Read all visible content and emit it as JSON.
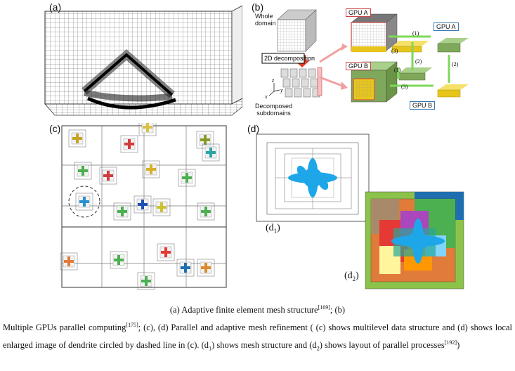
{
  "panels": {
    "a": {
      "label": "(a)"
    },
    "b": {
      "label": "(b)",
      "whole_domain": "Whole\ndomain",
      "decomposition": "2D decomposition",
      "decomposed": "Decomposed\nsubdomains",
      "gpu_a": "GPU A",
      "gpu_b": "GPU B",
      "arrows": [
        "(1)",
        "(2)",
        "(3)"
      ],
      "axes": [
        "x",
        "y",
        "z"
      ]
    },
    "c": {
      "label": "(c)"
    },
    "d": {
      "label": "(d)",
      "d1": "d",
      "d1_sub": "1",
      "d2": "d",
      "d2_sub": "2"
    }
  },
  "caption": {
    "line1": "(a) Adaptive finite element mesh structure",
    "ref1": "[169]",
    "line1_tail": "; (b)",
    "line2a": "Multiple GPUs parallel computing",
    "ref2": "[175]",
    "line2b": "; (c), (d) Parallel and adaptive mesh refinement ( (c) shows multilevel data structure and (d) shows local enlarged image of dendrite circled by dashed line in (c). (d",
    "sub1": "1",
    "line2c": ") shows mesh structure and (d",
    "sub2": "2",
    "line2d": ") shows layout of parallel processes",
    "ref3": "[192]",
    "line2e": ")"
  },
  "colors": {
    "dendrite": "#1ea7e8",
    "gpu_yellow": "#e7c51c",
    "gpu_green": "#7fa85a",
    "arrow_green": "#7ed957",
    "arrow_red": "#e23b2a"
  }
}
